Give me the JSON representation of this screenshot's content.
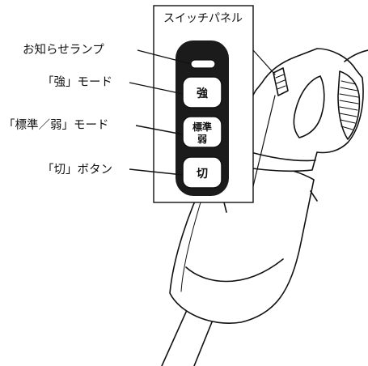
{
  "diagram": {
    "panel_title": "スイッチパネル",
    "labels": {
      "lamp": "お知らせランプ",
      "strong_mode": "「強」モード",
      "standard_weak_mode": "「標準／弱」モード",
      "off_button": "「切」ボタン"
    },
    "buttons": {
      "strong": "強",
      "standard_line1": "標準",
      "standard_line2": "弱",
      "off": "切"
    }
  }
}
